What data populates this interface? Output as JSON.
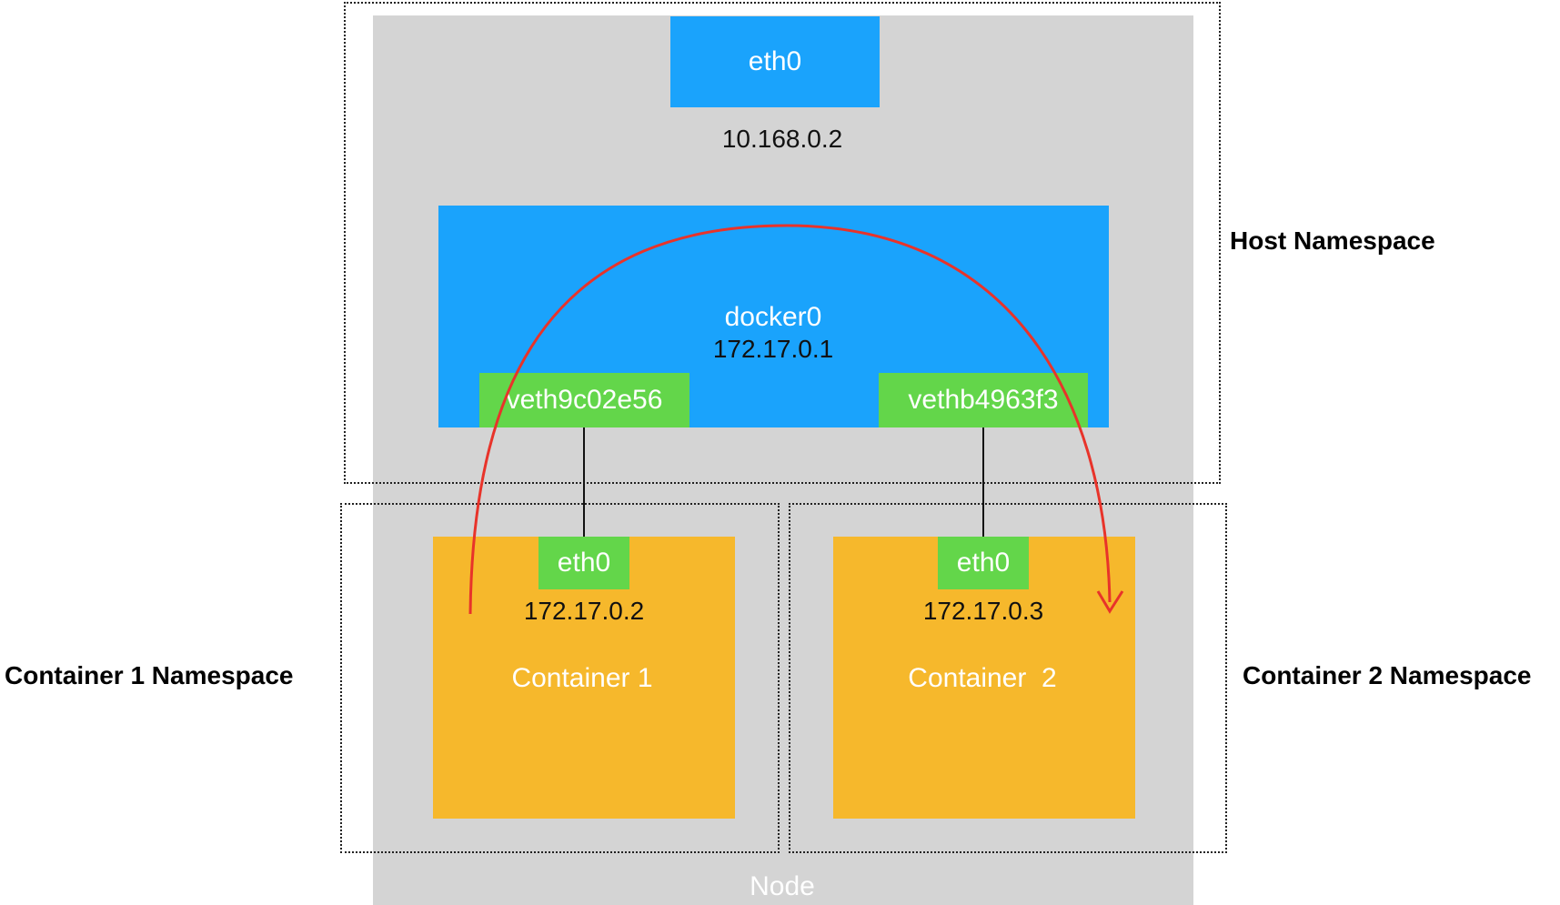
{
  "node": {
    "label": "Node"
  },
  "host": {
    "namespace_label": "Host Namespace",
    "eth0": {
      "label": "eth0",
      "ip": "10.168.0.2"
    },
    "bridge": {
      "label": "docker0",
      "ip": "172.17.0.1"
    },
    "veth1": {
      "label": "veth9c02e56"
    },
    "veth2": {
      "label": "vethb4963f3"
    }
  },
  "container1": {
    "namespace_label": "Container 1 Namespace",
    "label": "Container 1",
    "eth0": {
      "label": "eth0",
      "ip": "172.17.0.2"
    }
  },
  "container2": {
    "namespace_label": "Container 2 Namespace",
    "label": "Container  2",
    "eth0": {
      "label": "eth0",
      "ip": "172.17.0.3"
    }
  },
  "colors": {
    "node_bg": "#d4d4d4",
    "interface_blue": "#1aa3fc",
    "veth_green": "#63d64a",
    "container_orange": "#f6b82c",
    "flow_arrow_red": "#e8332a"
  }
}
